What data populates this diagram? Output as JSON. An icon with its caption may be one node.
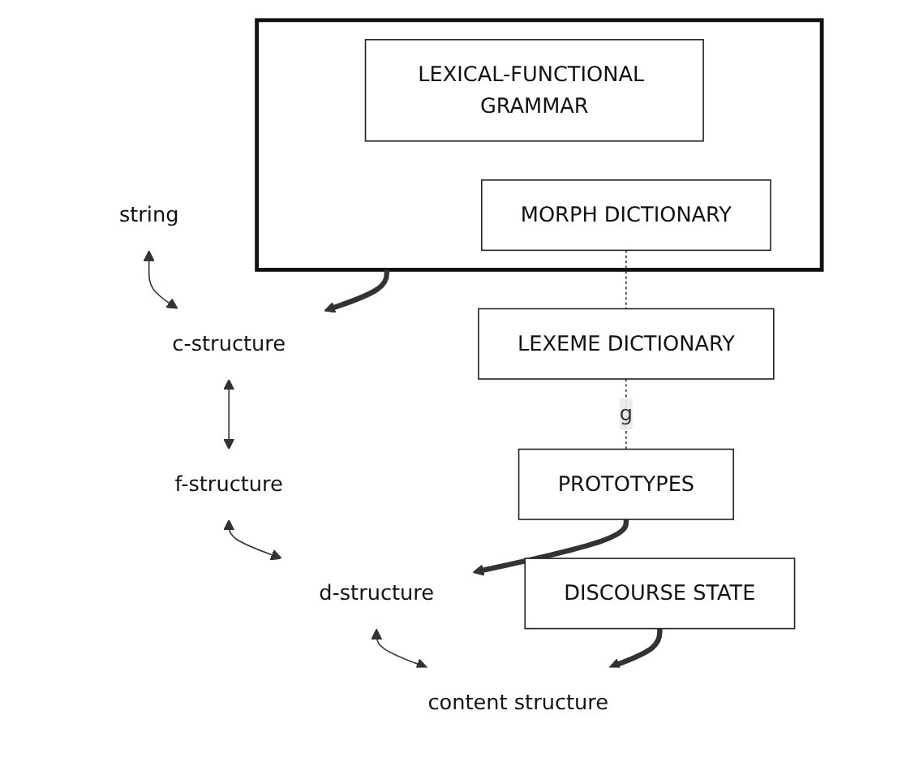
{
  "diagram": {
    "nodes": [
      {
        "text": [
          "string"
        ]
      },
      {
        "text": [
          "c-structure"
        ]
      },
      {
        "text": [
          "f-structure"
        ]
      },
      {
        "text": [
          "d-structure"
        ]
      },
      {
        "text": [
          "content structure"
        ]
      },
      {
        "text": [],
        "shape": "box"
      },
      {
        "text": [
          "LEXICAL-FUNCTIONAL GRAMMAR"
        ],
        "in": 5
      },
      {
        "text": [
          "MORPH DICTIONARY"
        ],
        "in": 5
      },
      {
        "text": [
          "LEXEME DICTIONARY"
        ]
      },
      {
        "text": [
          "PROTOTYPES"
        ]
      },
      {
        "text": [
          "DISCOURSE STATE"
        ]
      }
    ],
    "edges": [
      {
        "from": 0,
        "to": 1,
        "arrow": "both"
      },
      {
        "from": 1,
        "to": 2,
        "arrow": "both"
      },
      {
        "from": 2,
        "to": 3,
        "arrow": "both"
      },
      {
        "from": 3,
        "to": 4,
        "arrow": "both"
      },
      {
        "from": 5,
        "to": 1,
        "arrow": "to",
        "style": "thick"
      },
      {
        "from": 7,
        "to": 8,
        "arrow": "none",
        "style": "dashed"
      },
      {
        "from": 8,
        "to": 9,
        "arrow": "none",
        "style": "dashed",
        "label": "g"
      },
      {
        "from": 9,
        "to": 3,
        "arrow": "to",
        "style": "thick"
      },
      {
        "from": 10,
        "to": 4,
        "arrow": "to",
        "style": "thick"
      }
    ]
  }
}
